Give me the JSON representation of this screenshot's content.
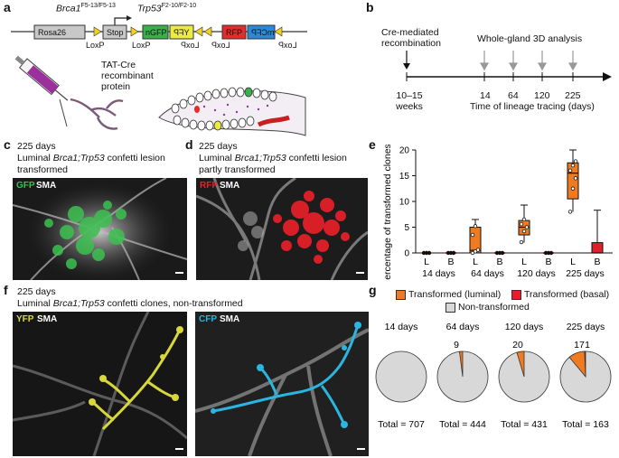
{
  "panels": {
    "a": {
      "label": "a",
      "allele1": "Brca1",
      "allele1_sup": "F5-13/F5-13",
      "allele2": "Trp53",
      "allele2_sup": "F2-10/F2-10",
      "construct": [
        "Rosa26",
        "Stop",
        "nGFP",
        "YFP",
        "RFP",
        "mCFP"
      ],
      "loxp": "LoxP",
      "injection_label": "TAT-Cre recombinant protein"
    },
    "b": {
      "label": "b",
      "event1": "Cre-mediated recombination",
      "event2": "Whole-gland 3D analysis",
      "ticks": [
        "10–15 weeks",
        "14",
        "64",
        "120",
        "225"
      ],
      "axis_label": "Time of lineage tracing (days)"
    },
    "c": {
      "label": "c",
      "days": "225 days",
      "title_prefix": "Luminal ",
      "title_genes": "Brca1;Trp53",
      "title_suffix": " confetti lesion",
      "title_line2": "transformed",
      "stain1": "GFP",
      "stain2": "SMA"
    },
    "d": {
      "label": "d",
      "days": "225 days",
      "title_prefix": "Luminal ",
      "title_genes": "Brca1;Trp53",
      "title_suffix": " confetti lesion",
      "title_line2": "partly transformed",
      "stain1": "RFP",
      "stain2": "SMA"
    },
    "e": {
      "label": "e",
      "ylabel": "Percentage of transformed clones",
      "yticks": [
        "0",
        "5",
        "10",
        "15",
        "20"
      ],
      "groups": [
        "14 days",
        "64 days",
        "120 days",
        "225 days"
      ],
      "subgroups": [
        "L",
        "B"
      ]
    },
    "f": {
      "label": "f",
      "days": "225 days",
      "title_prefix": "Luminal ",
      "title_genes": "Brca1;Trp53",
      "title_suffix": " confetti clones, non-transformed",
      "left_stain1": "YFP",
      "left_stain2": "SMA",
      "right_stain1": "CFP",
      "right_stain2": "SMA"
    },
    "g": {
      "label": "g",
      "legend": [
        "Transformed (luminal)",
        "Transformed (basal)",
        "Non-transformed"
      ],
      "pies": [
        {
          "day": "14 days",
          "luminal": 0,
          "basal": 0,
          "total": "Total = 707",
          "luminal_label": "",
          "basal_label": ""
        },
        {
          "day": "64 days",
          "luminal": 9,
          "basal": 0,
          "total": "Total = 444",
          "luminal_label": "9",
          "basal_label": ""
        },
        {
          "day": "120 days",
          "luminal": 20,
          "basal": 0,
          "total": "Total = 431",
          "luminal_label": "20",
          "basal_label": ""
        },
        {
          "day": "225 days",
          "luminal": 17,
          "basal": 1,
          "total": "Total = 163",
          "luminal_label": "17",
          "basal_label": "1"
        }
      ]
    }
  },
  "colors": {
    "luminal": "#f07a20",
    "basal": "#e0202a",
    "nontransformed": "#d8d8d8",
    "gfp": "#3cc050",
    "yfp": "#e8e640",
    "rfp": "#e8202a",
    "cfp": "#2ab6e0"
  },
  "chart_data": {
    "type": "box",
    "ylabel": "Percentage of transformed clones",
    "ylim": [
      0,
      20
    ],
    "categories": [
      "14 days L",
      "14 days B",
      "64 days L",
      "64 days B",
      "120 days L",
      "120 days B",
      "225 days L",
      "225 days B"
    ],
    "boxes": [
      {
        "group": "14 days",
        "sub": "L",
        "min": 0,
        "q1": 0,
        "median": 0,
        "q3": 0,
        "max": 0,
        "points": [
          0,
          0,
          0
        ]
      },
      {
        "group": "14 days",
        "sub": "B",
        "min": 0,
        "q1": 0,
        "median": 0,
        "q3": 0,
        "max": 0,
        "points": [
          0,
          0,
          0
        ]
      },
      {
        "group": "64 days",
        "sub": "L",
        "min": 0,
        "q1": 0,
        "median": 0.5,
        "q3": 5,
        "max": 6.5,
        "points": [
          0,
          0.3,
          0.6,
          3.5,
          5.2
        ]
      },
      {
        "group": "64 days",
        "sub": "B",
        "min": 0,
        "q1": 0,
        "median": 0,
        "q3": 0,
        "max": 0,
        "points": [
          0,
          0,
          0
        ]
      },
      {
        "group": "120 days",
        "sub": "L",
        "min": 2,
        "q1": 3.5,
        "median": 5,
        "q3": 6.3,
        "max": 9.3,
        "points": [
          2.1,
          4.2,
          5.0,
          5.6,
          6.5
        ]
      },
      {
        "group": "120 days",
        "sub": "B",
        "min": 0,
        "q1": 0,
        "median": 0,
        "q3": 0,
        "max": 0,
        "points": [
          0,
          0,
          0
        ]
      },
      {
        "group": "225 days",
        "sub": "L",
        "min": 8,
        "q1": 10.5,
        "median": 15.5,
        "q3": 17.5,
        "max": 20,
        "points": [
          8.0,
          12.5,
          14.5,
          16.0,
          17.0,
          17.8
        ]
      },
      {
        "group": "225 days",
        "sub": "B",
        "min": 0,
        "q1": 0,
        "median": 0,
        "q3": 2,
        "max": 8.3,
        "points": []
      }
    ]
  }
}
